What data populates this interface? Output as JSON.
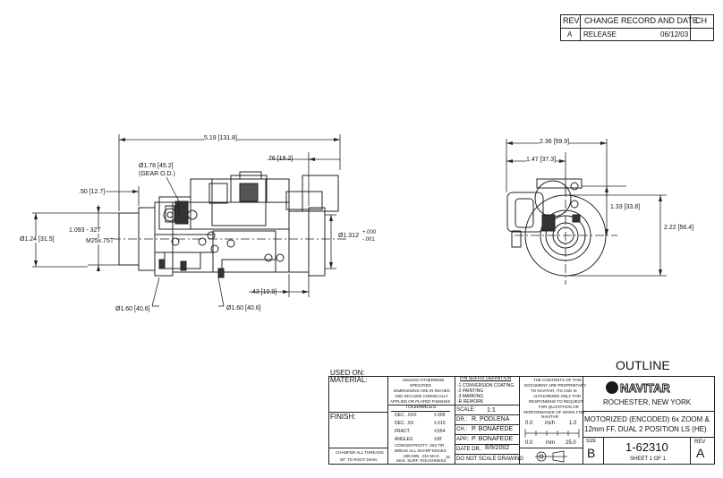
{
  "revision_block": {
    "headers": {
      "rev": "REV",
      "change": "CHANGE RECORD AND DATE",
      "ch": "CH"
    },
    "rows": [
      {
        "rev": "A",
        "description": "RELEASE",
        "date": "06/12/03",
        "ch": ""
      }
    ]
  },
  "side_view_dims": {
    "overall_length": "5.19 [131.8]",
    "length_76": ".76 [19.2]",
    "gear_od": "Ø1.78 [45.2]",
    "gear_od_label": "(GEAR O.D.)",
    "length_50": ".50 [12.7]",
    "thread_1093": "1.093 - 32T",
    "thread_m25": "M25x.75T",
    "dia_124": "Ø1.24 [31.5]",
    "dia_1312": "Ø1.312",
    "tol_plus": "+.000",
    "tol_minus": "-.001",
    "length_43": ".43 [10.9]",
    "dia_160_left": "Ø1.60 [40.6]",
    "dia_160_right": "Ø1.60 [40.6]"
  },
  "end_view_dims": {
    "width_236": "2.36 [59.9]",
    "width_147": "1.47 [37.3]",
    "height_133": "1.33 [33.8]",
    "height_222": "2.22 [56.4]"
  },
  "title_block": {
    "title": "OUTLINE",
    "used_on": "USED ON:",
    "material": "MATERIAL:",
    "finish": "FINISH:",
    "chamfer": [
      "CHAMFER ALL THREADS",
      "30° TO ROOT DIAM."
    ],
    "unless_note": [
      "UNLESS OTHERWISE",
      "SPECIFIED",
      "DIMENSIONS ARE IN INCHES",
      "AND INCLUDE CHEMICALLY",
      "APPLIED OR PLATED FINISHES"
    ],
    "tolerances_label": "TOLERANCES:",
    "tolerances": [
      {
        "label": "DEC. .XXX",
        "value": "±.005"
      },
      {
        "label": "DEC. .XX",
        "value": "±.010"
      },
      {
        "label": "FRACT.",
        "value": "±1/64"
      },
      {
        "label": "ANGLES",
        "value": "±30'"
      }
    ],
    "concentricity": "CONCENTRICITY .003 TIR",
    "break_edges": [
      "BREAK ALL SHARP EDGES",
      ".005 MIN. .010 MAX."
    ],
    "max_surf": "MAX. SURF. ROUGHNESS",
    "max_surf_value": "32",
    "suffix_title": "P/N SUFFIX DEFINITION",
    "suffix_items": [
      "-1 CONVERSION COATING",
      "-2 PAINTING",
      "-3 MARKING",
      "-R REWORK"
    ],
    "scale_label": "SCALE:",
    "scale_value": "1:1",
    "dr_label": "DR.:",
    "dr_value": "R. PODLENA",
    "ch_label": "CH.:",
    "ch_value": "P. BONAFEDE",
    "app_label": "APP.:",
    "app_value": "P. BONAFEDE",
    "date_label": "DATE DR.:",
    "date_value": "8/9/2002",
    "do_not_scale": "DO NOT SCALE DRAWING",
    "proprietary": [
      "THE CONTENTS OF THIS",
      "DOCUMENT ARE PROPRIETARY",
      "TO NAVITAR, ITS USE IS",
      "AUTHORIZED ONLY FOR",
      "RESPONDING TO REQUEST",
      "FOR QUOTATION OR",
      "PERFORMANCE OF WORK FOR",
      "NAVITAR"
    ],
    "scale_inch": {
      "start": "0.0",
      "unit": "inch",
      "end": "1.0"
    },
    "scale_mm": {
      "start": "0.0",
      "unit": "mm",
      "end": "25.0"
    },
    "company": "NAVITAR",
    "location": "ROCHESTER, NEW YORK",
    "description": [
      "MOTORIZED (ENCODED) 6x ZOOM &",
      "12mm FF, DUAL 2 POSITION LS (HE)"
    ],
    "size_label": "SIZE",
    "size_value": "B",
    "drawing_number": "1-62310",
    "sheet": "SHEET 1 OF 1",
    "rev_label": "REV",
    "rev_value": "A"
  }
}
